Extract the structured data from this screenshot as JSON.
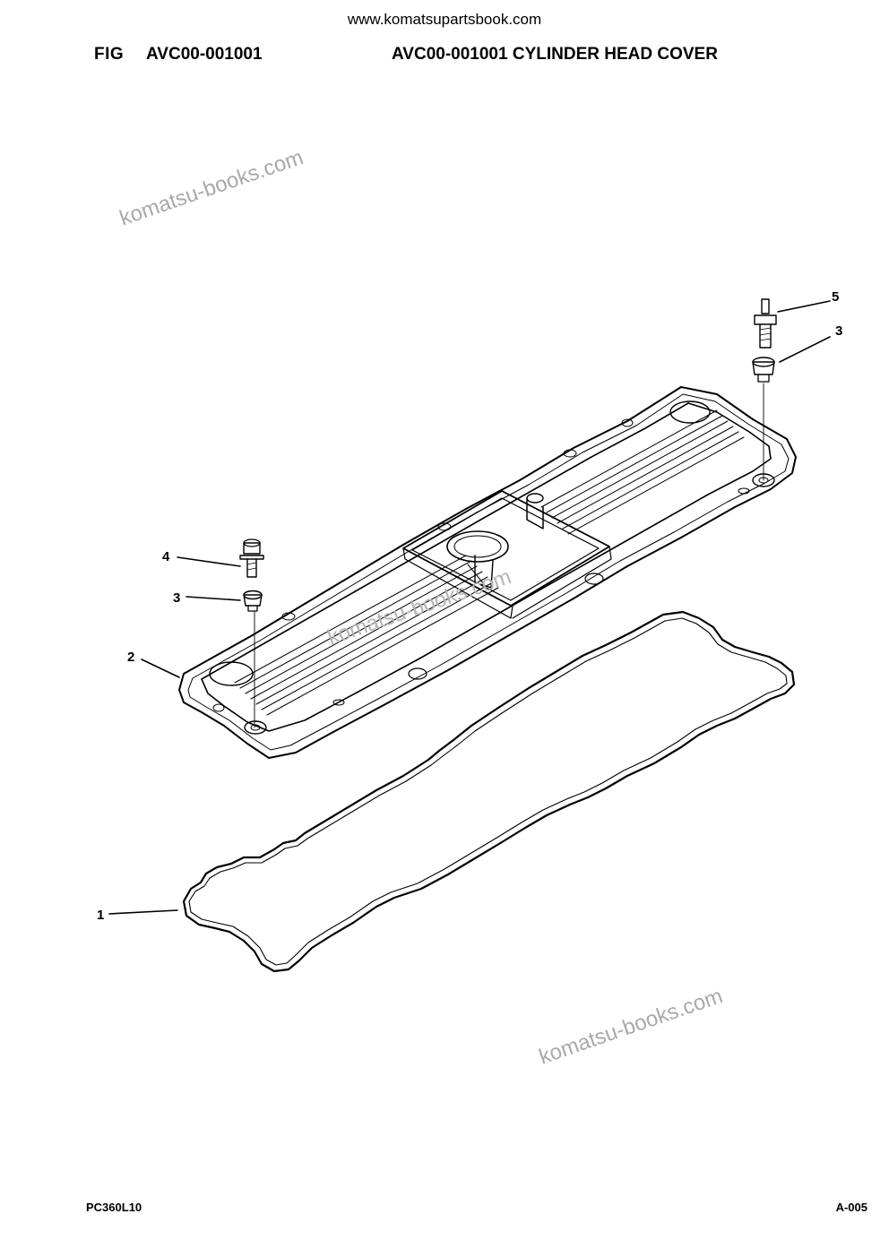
{
  "header": {
    "site_url": "www.komatsupartsbook.com",
    "fig_label": "FIG",
    "fig_code": "AVC00-001001",
    "fig_title": "AVC00-001001 CYLINDER HEAD COVER"
  },
  "watermarks": [
    "komatsu-books.com",
    "komatsu-books.com",
    "komatsu-books.com"
  ],
  "callouts": [
    "5",
    "3",
    "4",
    "3",
    "2",
    "1"
  ],
  "footer": {
    "model": "PC360L10",
    "page": "A-005"
  }
}
